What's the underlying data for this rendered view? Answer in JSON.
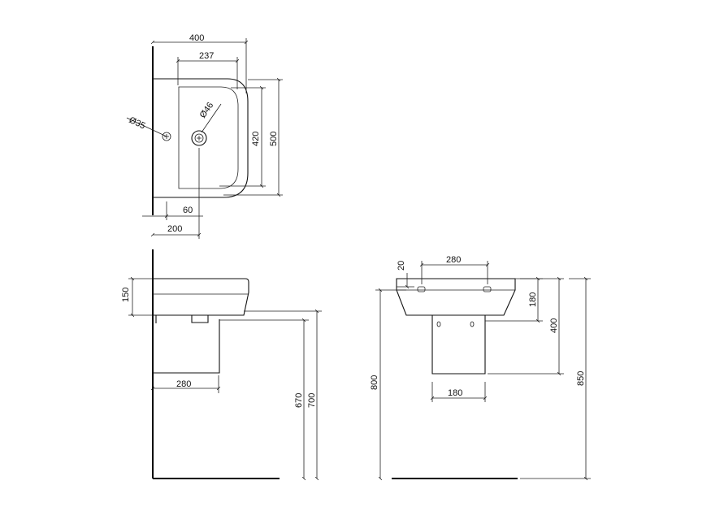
{
  "top_view": {
    "dim_overall_width": "400",
    "dim_bowl_width": "237",
    "dim_waste_dia": "Ø46",
    "dim_tap_hole_dia": "Ø35",
    "dim_bowl_depth": "420",
    "dim_overall_depth": "500",
    "dim_tap_offset": "60",
    "dim_waste_offset": "200"
  },
  "side_view": {
    "dim_basin_height": "150",
    "dim_pedestal_depth": "280",
    "dim_height_670": "670",
    "dim_height_700": "700"
  },
  "front_view": {
    "dim_rim": "20",
    "dim_fixing_centres": "280",
    "dim_180_vertical": "180",
    "dim_400": "400",
    "dim_800": "800",
    "dim_850": "850",
    "dim_pedestal_width": "180"
  },
  "colors": {
    "line": "#111111",
    "background": "#ffffff"
  }
}
